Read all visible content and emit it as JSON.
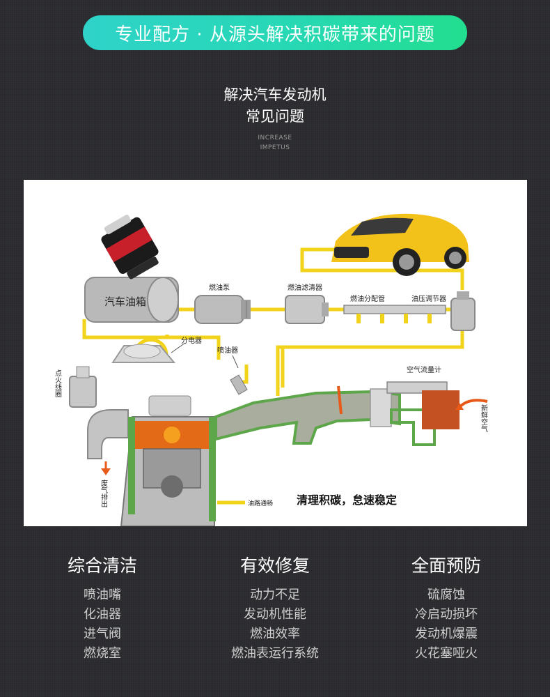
{
  "banner": {
    "text": "专业配方 · 从源头解决积碳带来的问题"
  },
  "headline": {
    "line1": "解决汽车发动机",
    "line2": "常见问题",
    "sub1": "INCREASE",
    "sub2": "IMPETUS"
  },
  "diagram": {
    "tank": "汽车油箱",
    "fuel_pump": "燃油泵",
    "fuel_filter": "燃油滤清器",
    "fuel_rail": "燃油分配管",
    "regulator": "油压调节器",
    "distributor": "分电器",
    "injector": "喷油器",
    "ignition_coil": "点火线圈",
    "air_flow_meter": "空气流量计",
    "fresh_air": "新鲜空气",
    "exhaust": "废气排出",
    "oil_clear": "油路通畅",
    "slogan": "清理积碳，怠速稳定"
  },
  "columns": [
    {
      "title": "综合清洁",
      "items": [
        "喷油嘴",
        "化油器",
        "进气阀",
        "燃烧室"
      ]
    },
    {
      "title": "有效修复",
      "items": [
        "动力不足",
        "发动机性能",
        "燃油效率",
        "燃油表运行系统"
      ]
    },
    {
      "title": "全面预防",
      "items": [
        "硫腐蚀",
        "冷启动损坏",
        "发动机爆震",
        "火花塞哑火"
      ]
    }
  ],
  "colors": {
    "banner_start": "#2fd3c9",
    "banner_end": "#22de8f",
    "fuel_line": "#f2d31b",
    "intake_green": "#5ea64a",
    "car_yellow": "#f3c21a"
  }
}
